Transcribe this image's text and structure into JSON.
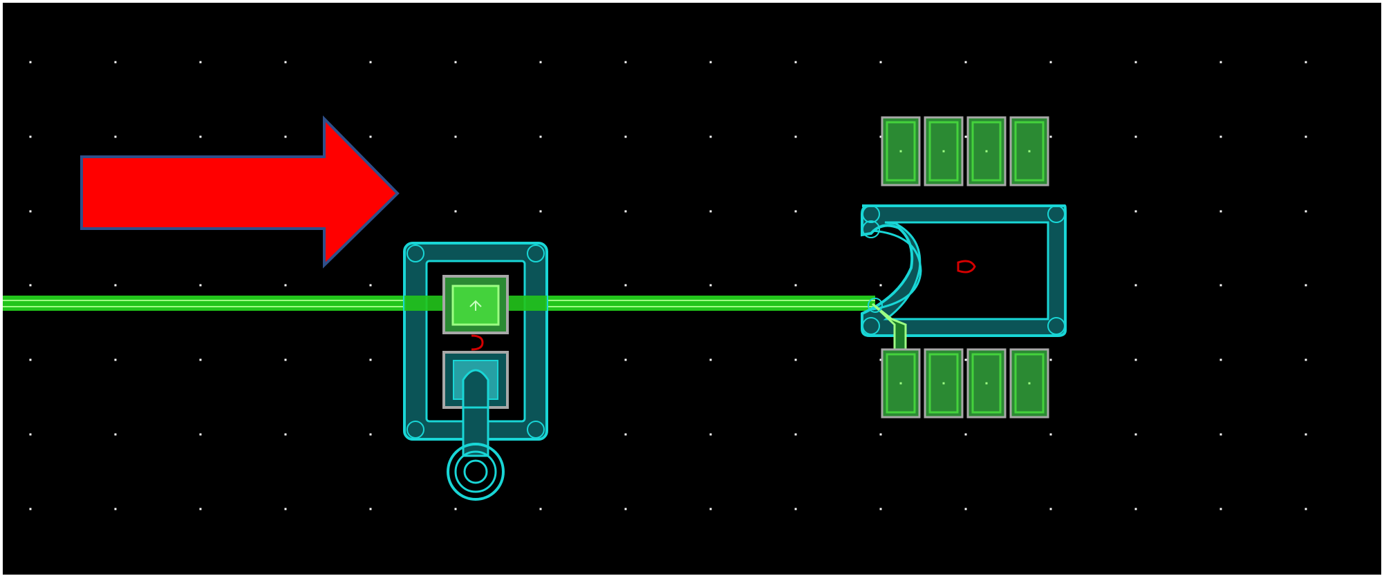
{
  "colors": {
    "background": "#000000",
    "grid_dot": "#ffffff",
    "frame": "#ffffff",
    "wire": "#22c51b",
    "wire_highlight": "#9dff83",
    "cyan": "#19d6d6",
    "cyan_fill": "#0b5457",
    "pad_fill": "#2b8a33",
    "pad_border": "#a8a8a8",
    "pad_inner": "#44d23c",
    "arrow": "#ff0000",
    "arrow_outline": "#2f4f8a",
    "marker": "#d40000"
  },
  "grid": {
    "visible": true
  },
  "arrow": {
    "icon": "right-arrow",
    "direction": "right"
  },
  "components": [
    {
      "id": "left-cell",
      "type": "pad-frame"
    },
    {
      "id": "right-cell",
      "type": "pin-array"
    }
  ]
}
